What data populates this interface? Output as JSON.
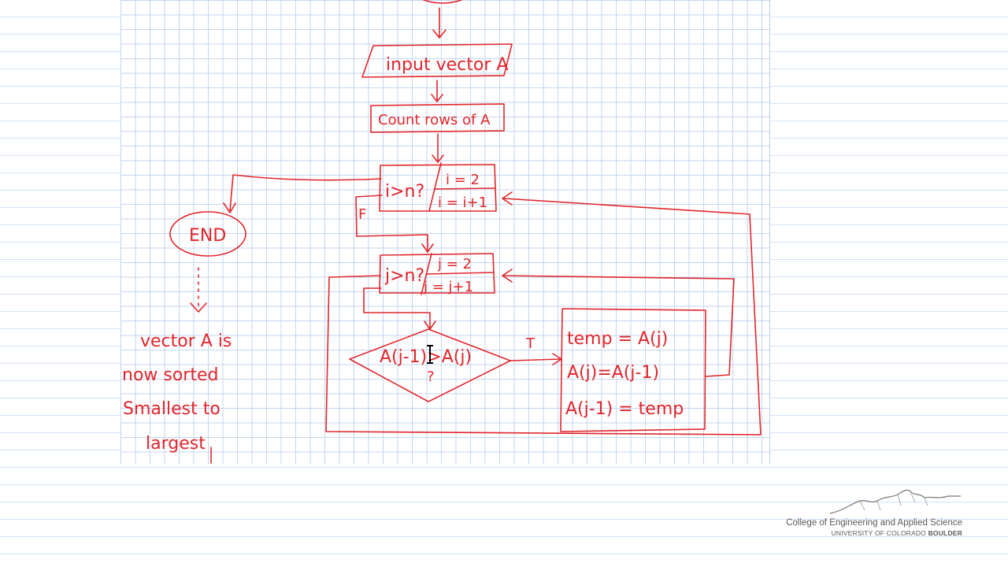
{
  "flowchart": {
    "input_box": "input vector A",
    "count_box": "Count rows of A",
    "outer_loop": {
      "condition": "i>n?",
      "init": "i = 2",
      "update": "i = i+1",
      "false_label": "F"
    },
    "end_node": "END",
    "inner_loop": {
      "condition": "j>n?",
      "init": "j = 2",
      "update": "j = j+1"
    },
    "compare": {
      "text": "A(j-1)>A(j)",
      "question": "?",
      "true_label": "T"
    },
    "swap": {
      "line1": "temp = A(j)",
      "line2": "A(j)=A(j-1)",
      "line3": "A(j-1) = temp"
    },
    "note": {
      "line1": "vector A is",
      "line2": "now sorted",
      "line3": "Smallest to",
      "line4": "largest"
    }
  },
  "branding": {
    "college": "College of Engineering and Applied Science",
    "university": "UNIVERSITY OF COLORADO",
    "campus": "BOULDER"
  },
  "colors": {
    "ink": "#e0262b",
    "grid": "#c3d6ee",
    "ruled": "#d4e3f4"
  }
}
